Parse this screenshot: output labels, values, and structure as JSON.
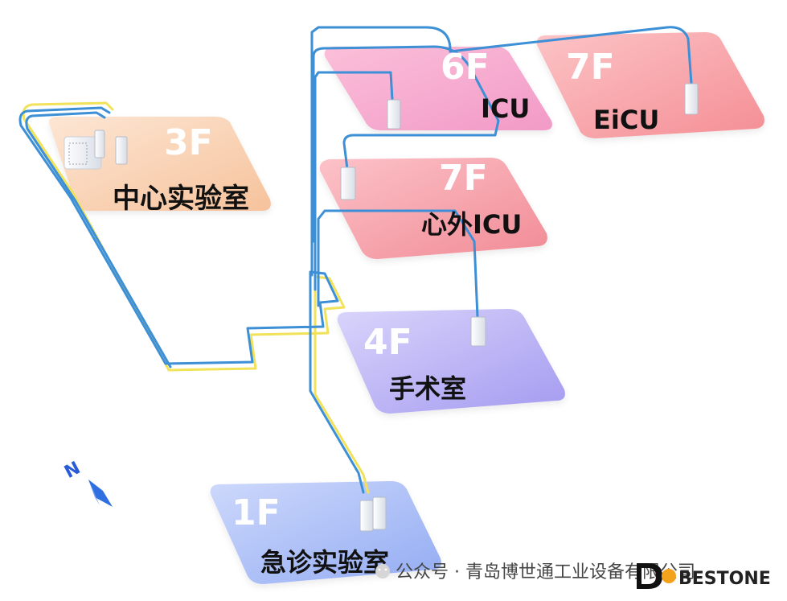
{
  "diagram": {
    "nodes": [
      {
        "id": "lab3f",
        "floor": "3F",
        "room": "中心实验室"
      },
      {
        "id": "icu6f",
        "floor": "6F",
        "room": "ICU"
      },
      {
        "id": "eicu7f",
        "floor": "7F",
        "room": "EiCU"
      },
      {
        "id": "cicu7f",
        "floor": "7F",
        "room": "心外ICU"
      },
      {
        "id": "or4f",
        "floor": "4F",
        "room": "手术室"
      },
      {
        "id": "er1f",
        "floor": "1F",
        "room": "急诊实验室"
      }
    ],
    "compass": {
      "label": "N"
    }
  },
  "footer": {
    "watermark": "公众号 · 青岛博世通工业设备有限公司",
    "brand": "BESTONE"
  },
  "colors": {
    "tube_blue": "#3d8fd6",
    "tube_yellow": "#f1e25a",
    "lab3f": "#f9d1b4",
    "icu6f": "#f5a9cf",
    "eicu7f": "#f7a8ad",
    "cicu7f": "#f6a4ab",
    "or4f": "#b8b0f4",
    "er1f": "#a9bdf6"
  }
}
